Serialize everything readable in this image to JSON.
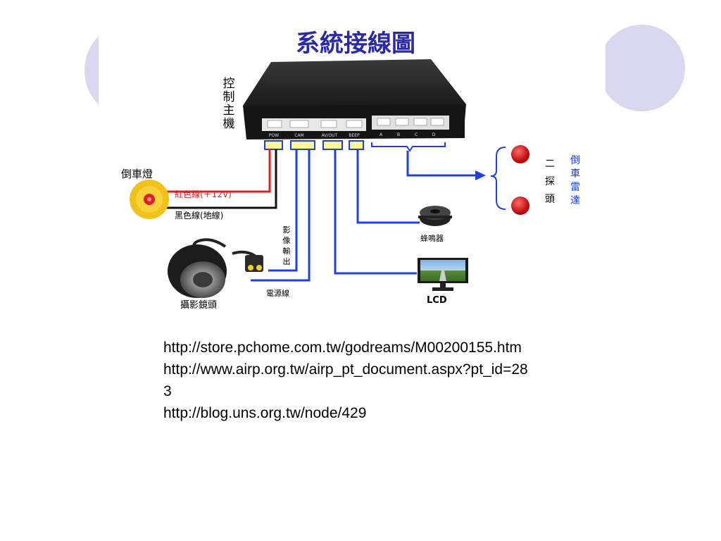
{
  "diagram": {
    "title": "系統接線圖",
    "control_unit_label": [
      "控",
      "制",
      "主",
      "機"
    ],
    "port_labels": [
      "POW",
      "CAM",
      "AV/OUT",
      "BEEP",
      "A",
      "B",
      "C",
      "D"
    ],
    "reverse_light_label": "倒車燈",
    "red_wire_label": "紅色線(＋12V)",
    "black_wire_label": "黑色線(地線)",
    "video_out_label": [
      "影",
      "像",
      "輸",
      "出"
    ],
    "power_wire_label": "電源線",
    "camera_label": "攝影鏡頭",
    "buzzer_label": "蜂鳴器",
    "lcd_label": "LCD",
    "sensors_label": [
      "二",
      "探",
      "頭"
    ],
    "radar_label": [
      "倒",
      "車",
      "雷",
      "達"
    ]
  },
  "colors": {
    "title": "#2a2aa8",
    "wire_blue": "#1f3fe6",
    "wire_red": "#e02020",
    "decoration": "#d9d8f0",
    "sensor_red": "#d81818"
  },
  "links": [
    "http://store.pchome.com.tw/godreams/M00200155.htm",
    "http://www.airp.org.tw/airp_pt_document.aspx?pt_id=283",
    "http://blog.uns.org.tw/node/429"
  ]
}
